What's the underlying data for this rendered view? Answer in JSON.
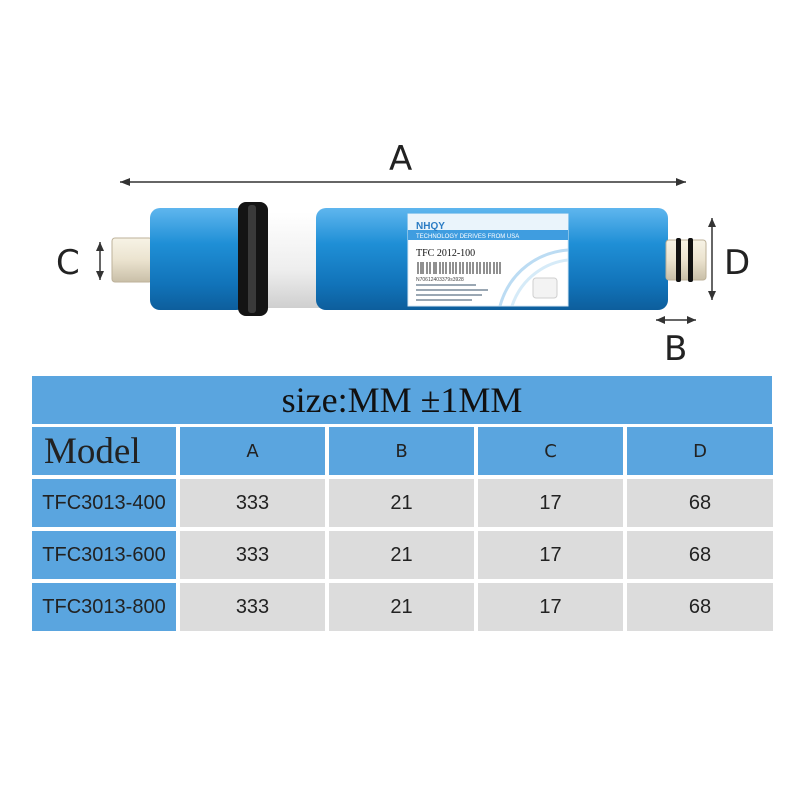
{
  "dimensions": {
    "a": "A",
    "b": "B",
    "c": "C",
    "d": "D"
  },
  "product_label": {
    "brand": "NHQY",
    "tagline": "TECHNOLOGY DERIVES FROM USA",
    "model": "TFC 2012-100",
    "barcode_text": "N70612403379s3928"
  },
  "table": {
    "title": "size:MM ±1MM",
    "columns": [
      "Model",
      "A",
      "B",
      "C",
      "D"
    ],
    "rows": [
      [
        "TFC3013-400",
        "333",
        "21",
        "17",
        "68"
      ],
      [
        "TFC3013-600",
        "333",
        "21",
        "17",
        "68"
      ],
      [
        "TFC3013-800",
        "333",
        "21",
        "17",
        "68"
      ]
    ]
  },
  "colors": {
    "header_blue": "#5aa5df",
    "cell_gray": "#dcdcdc",
    "membrane_blue": "#1e88d0"
  }
}
